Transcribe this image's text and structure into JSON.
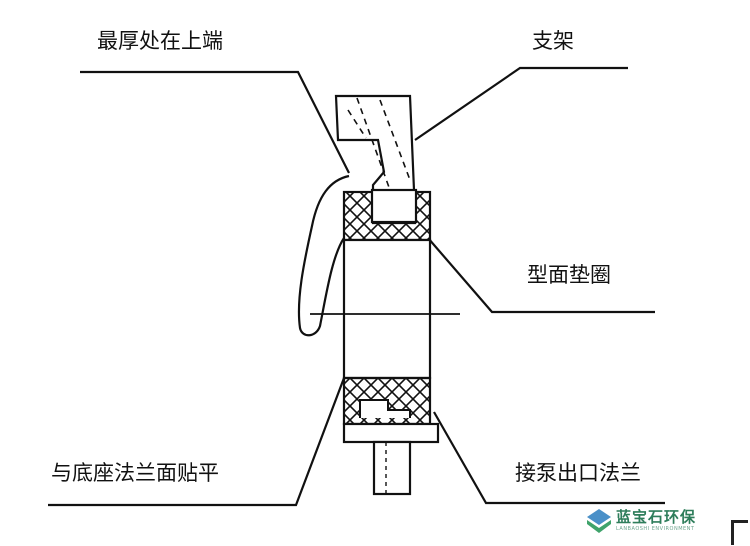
{
  "labels": {
    "thickest_top": "最厚处在上端",
    "bracket": "支架",
    "profile_gasket": "型面垫圈",
    "flush_with_base": "与底座法兰面贴平",
    "pump_outlet_flange": "接泵出口法兰"
  },
  "logo": {
    "name": "蓝宝石环保",
    "subtitle": "LANBAOSHI ENVIRONMENT",
    "icon": "leaf-logo-icon"
  },
  "colors": {
    "line": "#111111",
    "logo_green": "#2e7d5b"
  }
}
